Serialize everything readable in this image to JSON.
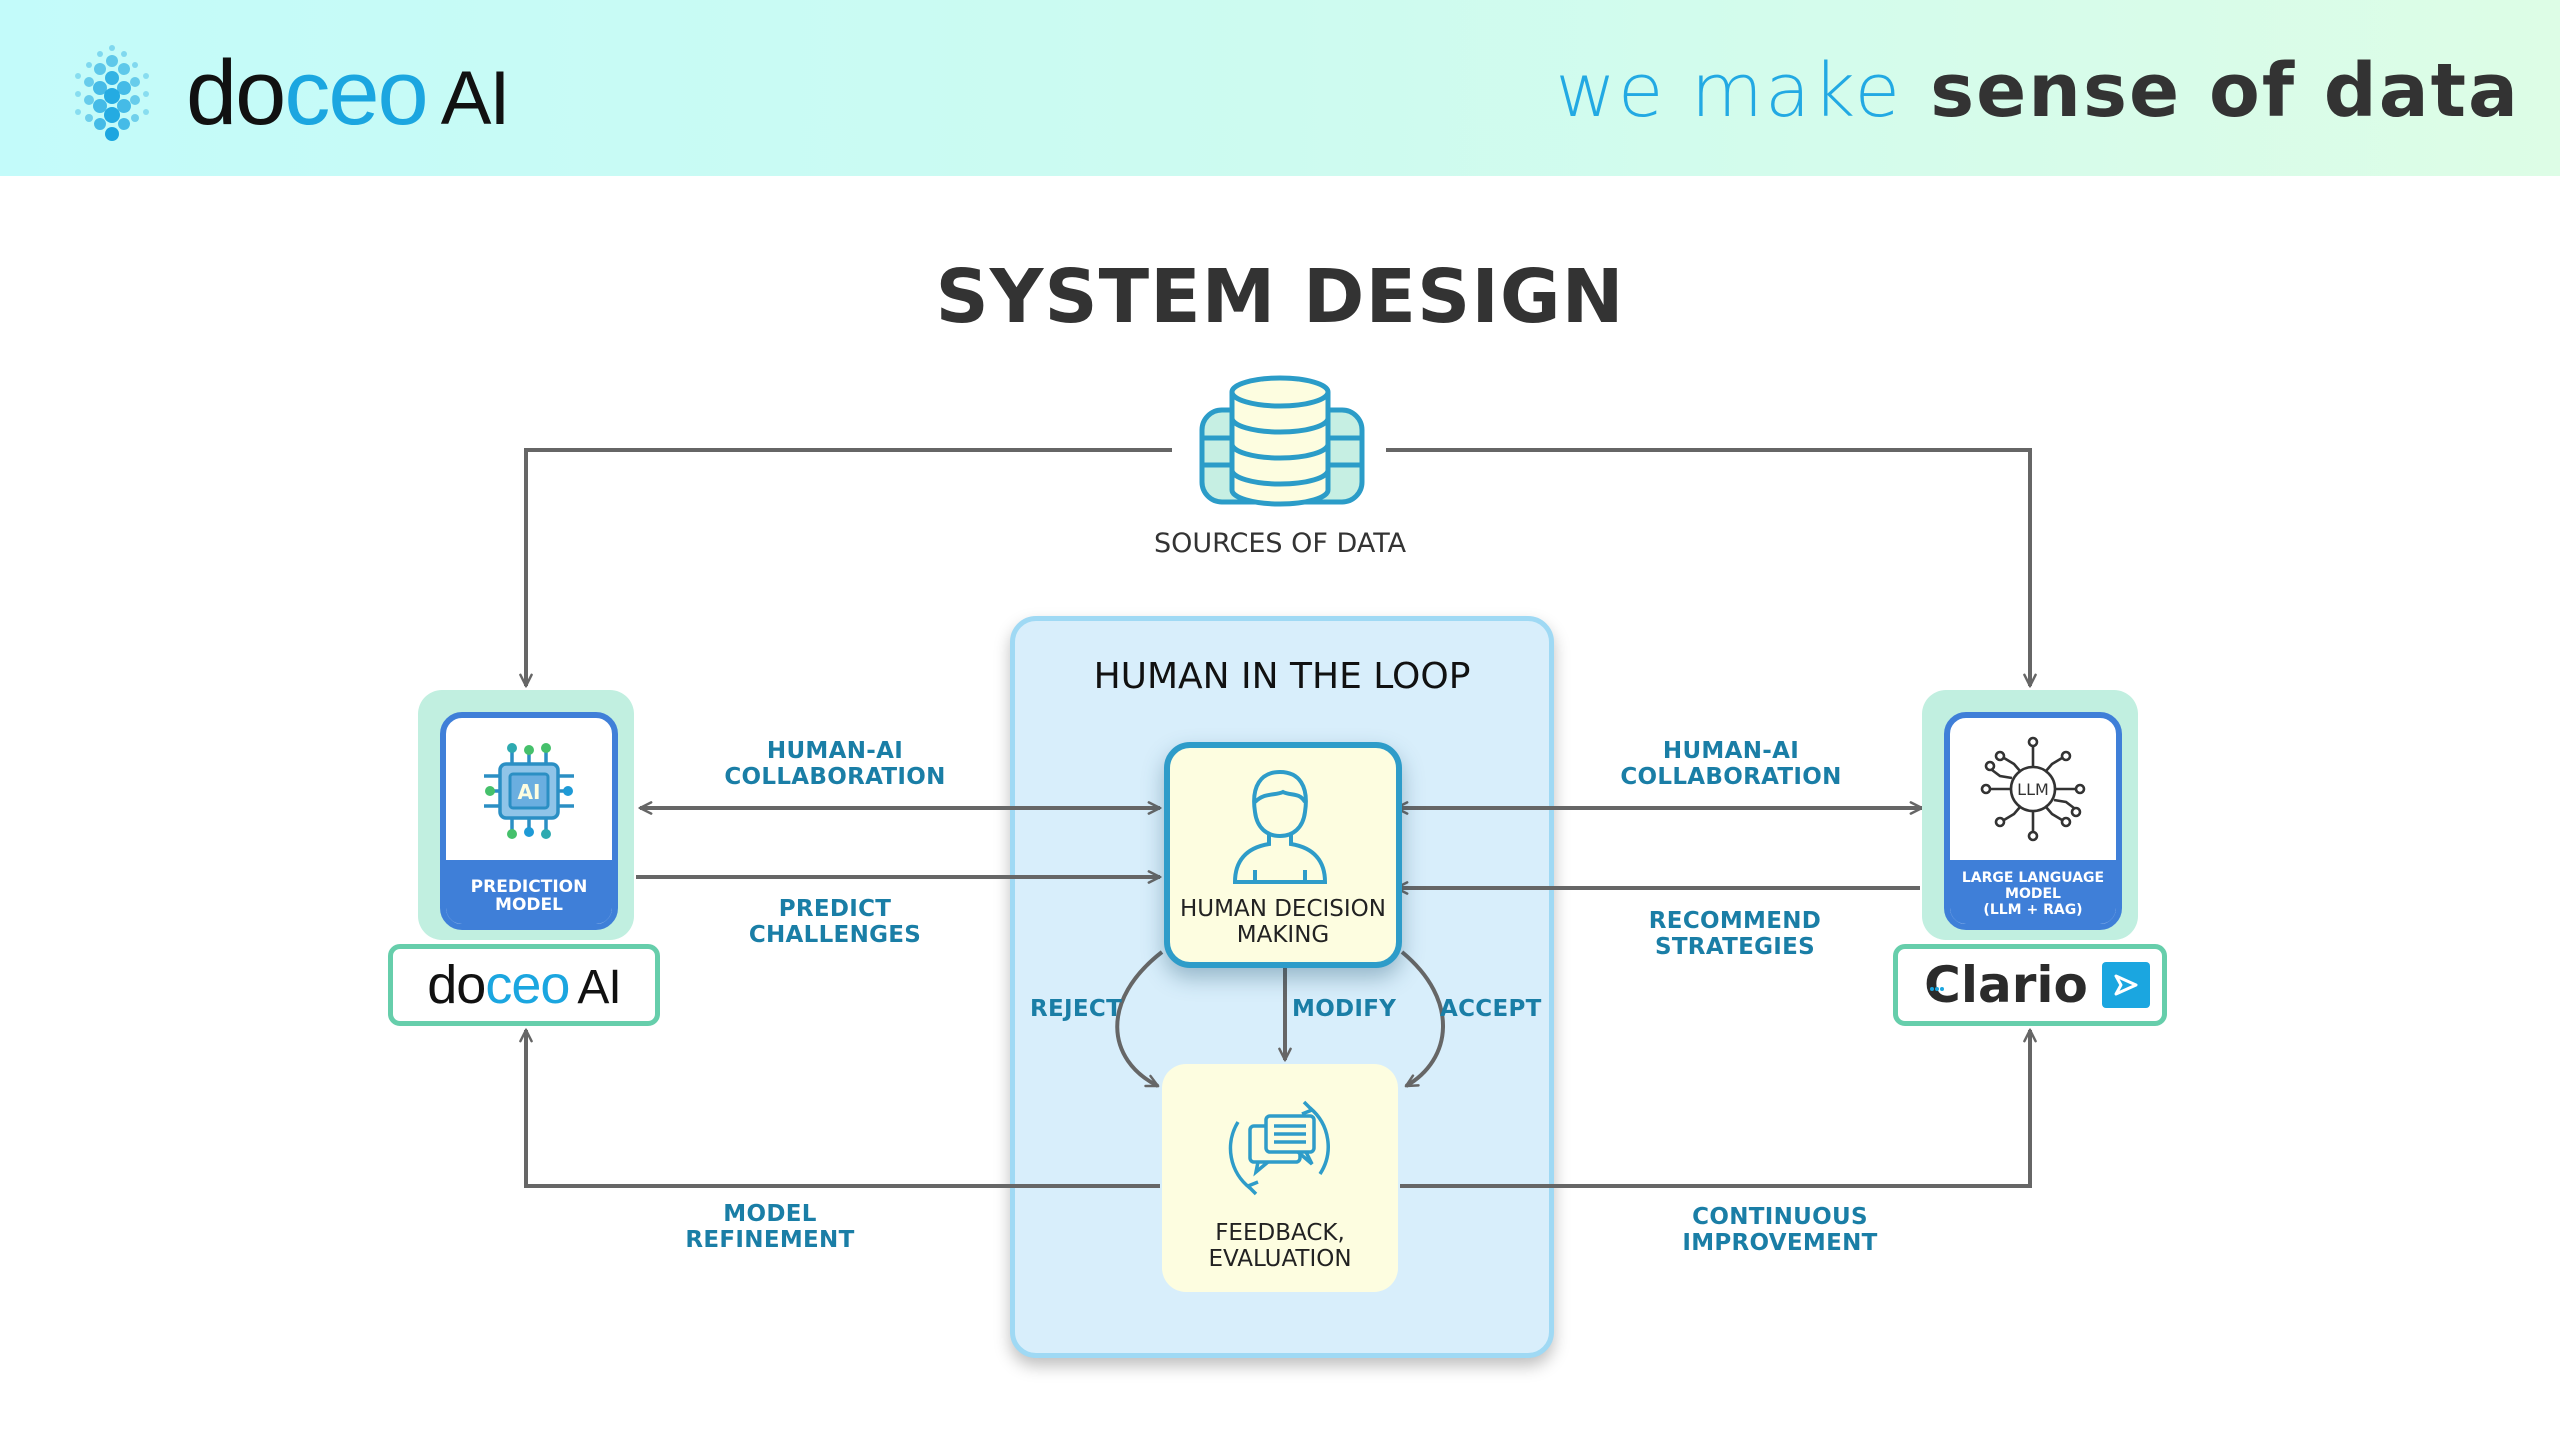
{
  "header": {
    "brand": {
      "part1": "do",
      "part2": "ceo",
      "part3": "AI"
    },
    "tagline": {
      "part1": "we make",
      "part2": "sense of data"
    }
  },
  "title": "SYSTEM DESIGN",
  "sources": {
    "label": "SOURCES OF DATA",
    "icon": "database-icon"
  },
  "human_loop": {
    "title": "HUMAN IN THE LOOP",
    "decision": {
      "label_line1": "HUMAN DECISION",
      "label_line2": "MAKING",
      "icon": "person-icon"
    },
    "feedback": {
      "label_line1": "FEEDBACK,",
      "label_line2": "EVALUATION",
      "icon": "feedback-chat-icon"
    },
    "branches": {
      "reject": "REJECT",
      "modify": "MODIFY",
      "accept": "ACCEPT"
    }
  },
  "left_module": {
    "name_line1": "PREDICTION",
    "name_line2": "MODEL",
    "chip_text": "AI",
    "logo": {
      "part1": "do",
      "part2": "ceo",
      "part3": "AI"
    }
  },
  "right_module": {
    "name_line1": "LARGE LANGUAGE",
    "name_line2": "MODEL",
    "name_line3": "(LLM + RAG)",
    "chip_text": "LLM",
    "logo": {
      "text": "Clario"
    }
  },
  "edges": {
    "left_collab": {
      "line1": "HUMAN-AI",
      "line2": "COLLABORATION"
    },
    "left_predict": {
      "line1": "PREDICT",
      "line2": "CHALLENGES"
    },
    "right_collab": {
      "line1": "HUMAN-AI",
      "line2": "COLLABORATION"
    },
    "right_recommend": {
      "line1": "RECOMMEND",
      "line2": "STRATEGIES"
    },
    "model_refinement": {
      "line1": "MODEL",
      "line2": "REFINEMENT"
    },
    "continuous_improvement": {
      "line1": "CONTINUOUS",
      "line2": "IMPROVEMENT"
    }
  },
  "colors": {
    "accent": "#1ba6e0",
    "label": "#1a7ea6",
    "module_blue": "#3f7fd8",
    "module_green": "#c1efe0",
    "loop_bg": "#d8eefb",
    "arrow": "#666666"
  }
}
